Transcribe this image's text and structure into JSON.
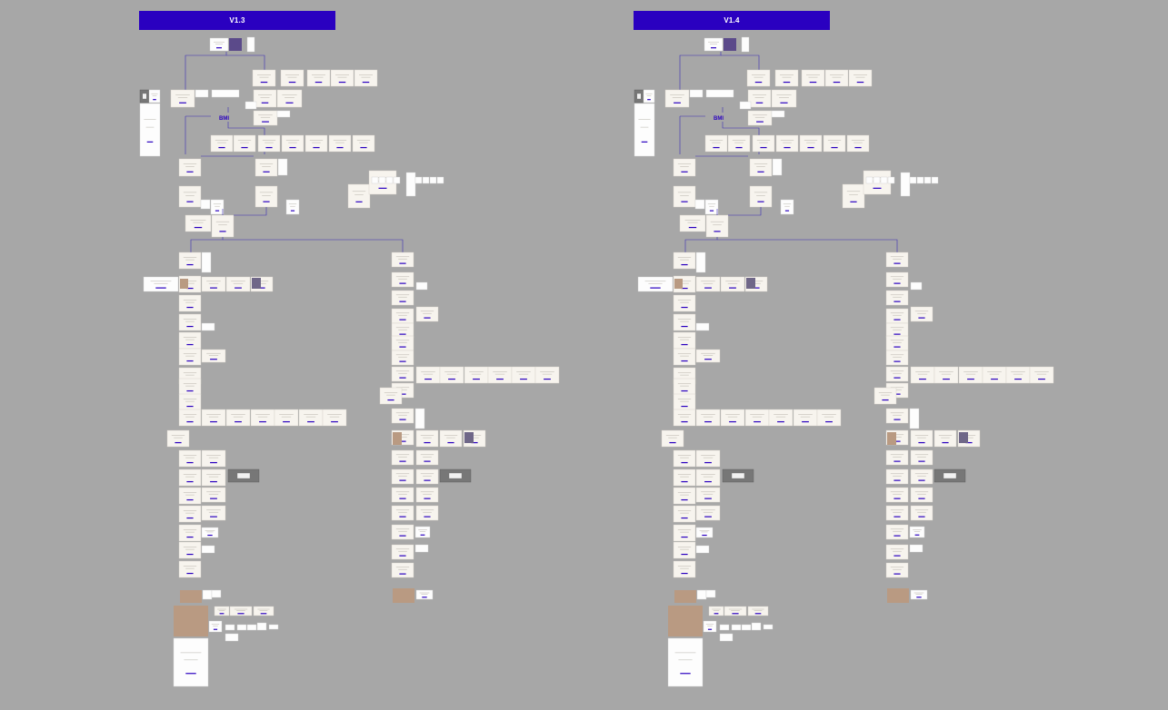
{
  "canvas": {
    "background": "#a7a7a7",
    "accent_color": "#2a00c0",
    "screen_color": "#f7f4ee",
    "connector_color": "#3a2bb5"
  },
  "columns": [
    {
      "version_label": "V1.3"
    },
    {
      "version_label": "V1.4"
    }
  ],
  "diagram": {
    "node_label": "BMI"
  }
}
